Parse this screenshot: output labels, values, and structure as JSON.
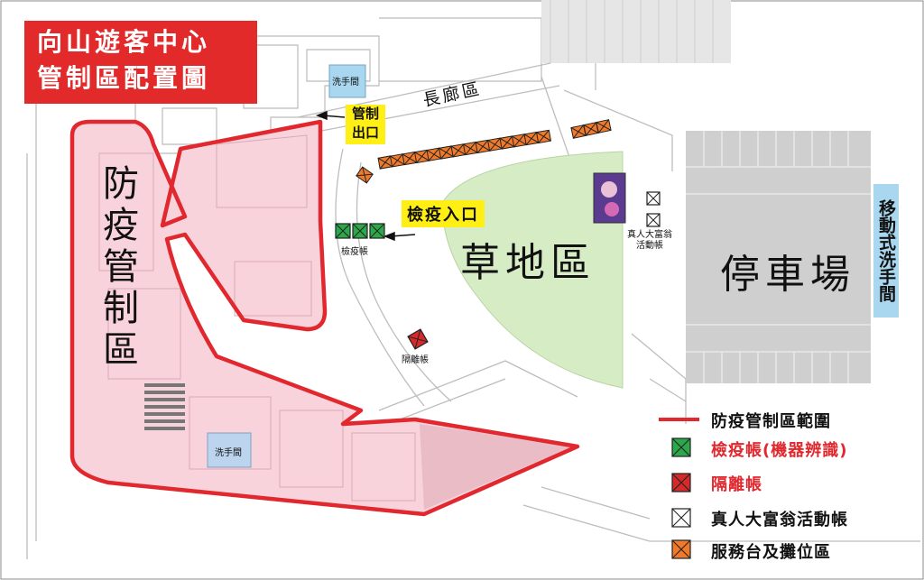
{
  "title": {
    "line1": "向山遊客中心",
    "line2": "管制區配置圖"
  },
  "zones": {
    "control_zone": "防疫管制區",
    "grass_area": "草地區",
    "parking": "停車場",
    "corridor": "長廊區",
    "mobile_restroom": "移動式洗手間"
  },
  "labels": {
    "restroom_top": "洗手間",
    "restroom_bottom": "洗手間",
    "exit_line1": "管制",
    "exit_line2": "出口",
    "entrance": "檢疫入口",
    "quarantine_tent_label": "檢疫帳",
    "isolation_tent_label": "隔離帳",
    "monopoly_line1": "真人大富翁",
    "monopoly_line2": "活動帳"
  },
  "legend": [
    {
      "symbol": "line",
      "color": "#e0282e",
      "text": "防疫管制區範圍",
      "text_color": "#111111"
    },
    {
      "symbol": "box",
      "color": "#2aa84a",
      "text": "檢疫帳(機器辨識)",
      "text_color": "#e0282e"
    },
    {
      "symbol": "box",
      "color": "#d42a2a",
      "text": "隔離帳",
      "text_color": "#e0282e"
    },
    {
      "symbol": "box",
      "color": "#ffffff",
      "text": "真人大富翁活動帳",
      "text_color": "#111111"
    },
    {
      "symbol": "box",
      "color": "#f07a2a",
      "text": "服務台及攤位區",
      "text_color": "#111111"
    }
  ],
  "colors": {
    "control_boundary": "#e0282e",
    "control_fill": "#f9d3dc",
    "grass": "#d6ecc4",
    "parking": "#cfcfcf",
    "yellow_label": "#ffef14",
    "restroom_blue": "#a9d7ef"
  }
}
